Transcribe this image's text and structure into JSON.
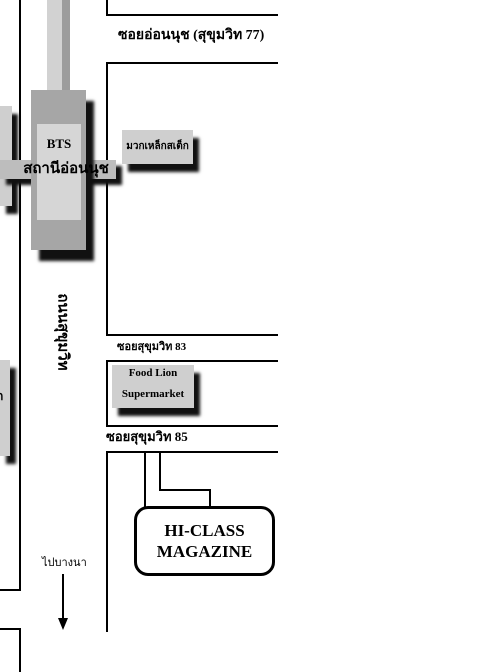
{
  "colors": {
    "background": "#ffffff",
    "line": "#000000",
    "box": "#cfcfcf",
    "station": "#a6a6a6",
    "station_inner": "#d6d6d6",
    "shadow": "#111111"
  },
  "streets": {
    "soi_on_nut": "ซอยอ่อนนุช (สุขุมวิท 77)",
    "main_road": "ถนนสุขุมวิท",
    "soi_83": "ซอยสุขุมวิท 83",
    "soi_85": "ซอยสุขุมวิท 85"
  },
  "bts_station": {
    "system": "BTS",
    "name": "สถานีอ่อนนุช"
  },
  "landmarks": {
    "steak_shop": "มวกเหล็กสเต็ก",
    "food_lion": [
      "Food Lion",
      "Supermarket"
    ],
    "destination": [
      "HI-CLASS",
      "MAGAZINE"
    ],
    "cutoff_label": "ก"
  },
  "direction": {
    "label": "ไปบางนา",
    "icon": "down-arrow-icon"
  }
}
